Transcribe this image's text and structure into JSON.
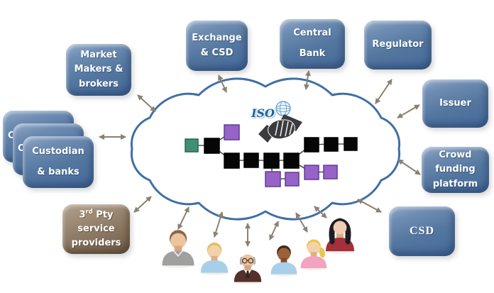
{
  "iso": {
    "label": "ISO"
  },
  "entities": {
    "market": {
      "lines": [
        "Market",
        "Makers &",
        "brokers"
      ]
    },
    "exchange": {
      "lines": [
        "Exchange",
        "& CSD"
      ]
    },
    "central_bank": {
      "lines": [
        "Central",
        "Bank"
      ]
    },
    "regulator": {
      "label": "Regulator"
    },
    "issuer": {
      "label": "Issuer"
    },
    "crowd_funding": {
      "lines": [
        "Crowd",
        "funding",
        "platform"
      ]
    },
    "csd": {
      "label": "CSD"
    },
    "custodian": {
      "lines": [
        "Custodian",
        "& banks"
      ],
      "peek": "C"
    },
    "third_party": {
      "base": "3",
      "sup": "rd",
      "rest": " Pty",
      "lines": [
        "service",
        "providers"
      ]
    }
  },
  "colors": {
    "arrow": "#8b8172",
    "cloud_stroke": "#3f6fa6",
    "cloud_fill": "#ffffff",
    "box_blue": "#54779f",
    "box_brown": "#93806b",
    "box_text": "#ffffff",
    "iso_blue": "#1565b0",
    "handshake": "#3b3b3e"
  },
  "chain": {
    "edge_color": "#4d4d4d",
    "nodes": [
      {
        "type": "genesis-block",
        "color": "#3f8f74",
        "border": "#2a6250"
      },
      {
        "type": "block",
        "color": "#060606",
        "border": "#000000"
      },
      {
        "type": "side-block",
        "color": "#9763c8",
        "border": "#5f3c93"
      },
      {
        "type": "block",
        "color": "#060606",
        "border": "#000000"
      },
      {
        "type": "block",
        "color": "#060606",
        "border": "#000000"
      },
      {
        "type": "block",
        "color": "#060606",
        "border": "#000000"
      },
      {
        "type": "block",
        "color": "#060606",
        "border": "#000000"
      },
      {
        "type": "block",
        "color": "#060606",
        "border": "#000000"
      },
      {
        "type": "block",
        "color": "#060606",
        "border": "#000000"
      },
      {
        "type": "block",
        "color": "#060606",
        "border": "#000000"
      },
      {
        "type": "side-block",
        "color": "#9763c8",
        "border": "#5f3c93"
      },
      {
        "type": "side-block",
        "color": "#9763c8",
        "border": "#5f3c93"
      },
      {
        "type": "side-block",
        "color": "#9763c8",
        "border": "#5f3c93"
      },
      {
        "type": "side-block",
        "color": "#9763c8",
        "border": "#5f3c93"
      }
    ]
  },
  "people": [
    {
      "name": "man-brown-hair",
      "skin": "#edc49e",
      "skin_shade": "#d9a87f",
      "hair": "#8a6544",
      "shirt": "#a0a09e",
      "collar": "#e9e9e7"
    },
    {
      "name": "person-blond",
      "skin": "#f3d2ab",
      "skin_shade": "#ddb183",
      "hair": "#e3c05f",
      "shirt": "#a8cfe8"
    },
    {
      "name": "elder-with-glasses",
      "skin": "#eac5a0",
      "skin_shade": "#d4a67e",
      "hair": "#b8b3a8",
      "shirt": "#54302b",
      "chest": "#f5f4f2",
      "tie": "#35201d",
      "glasses": "#57322a"
    },
    {
      "name": "person-dark-skin",
      "skin": "#9c6136",
      "skin_shade": "#7e4c28",
      "hair": "#41291a",
      "shirt": "#a9cfe9"
    },
    {
      "name": "woman-ponytail",
      "skin": "#f3d2ab",
      "skin_shade": "#ddb183",
      "hair": "#e9c653",
      "shirt": "#f2a3bf"
    },
    {
      "name": "woman-long-dark-hair",
      "skin": "#eecdb4",
      "skin_shade": "#d8ac88",
      "hair": "#1d1c20",
      "shirt": "#a52f3a"
    }
  ],
  "icons": {
    "center": [
      "globe-icon",
      "handshake-icon"
    ],
    "connector": "double-headed-arrow",
    "cloud": "network-cloud"
  }
}
